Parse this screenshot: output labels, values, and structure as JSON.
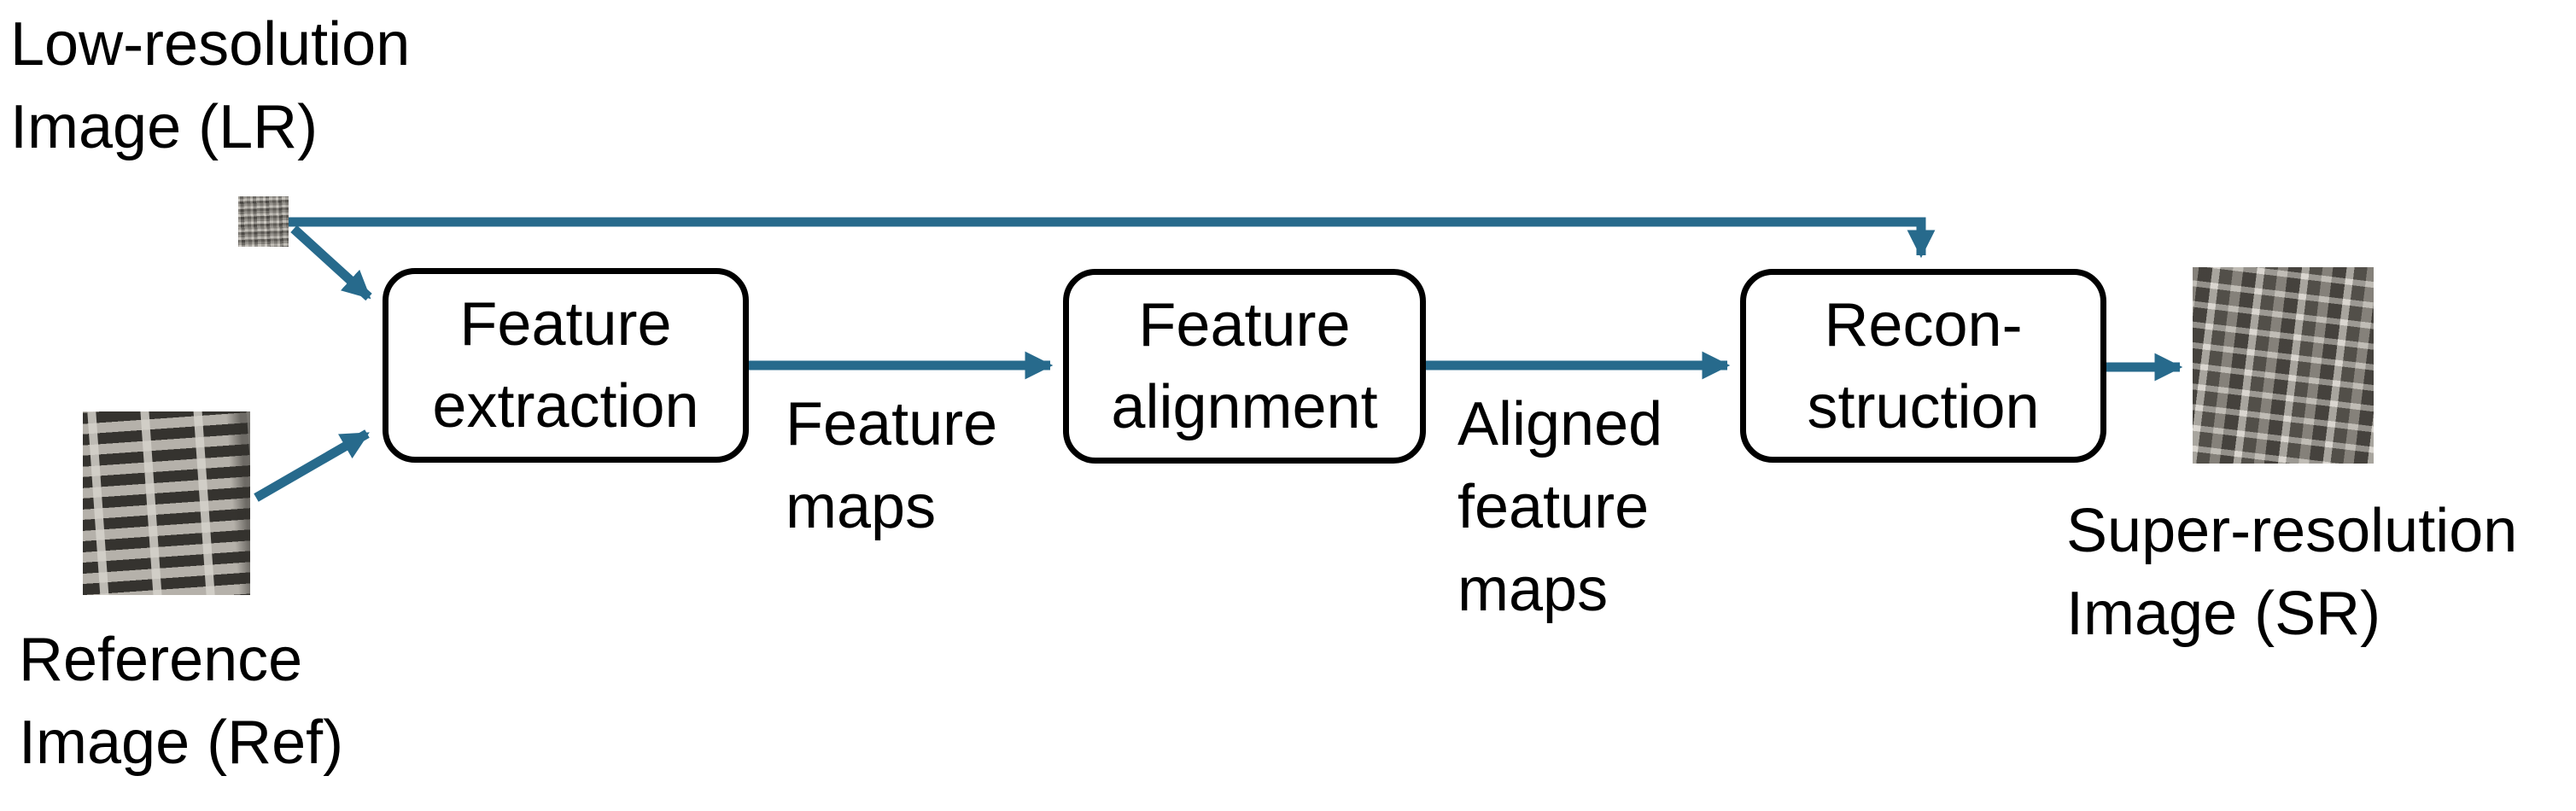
{
  "colors": {
    "accent": "#276A8C",
    "box_border": "#000000",
    "text": "#000000",
    "background": "#ffffff"
  },
  "labels": {
    "low_resolution": {
      "line1": "Low-resolution",
      "line2": "Image (LR)"
    },
    "reference": {
      "line1": "Reference",
      "line2": "Image (Ref)"
    },
    "super_resolution": {
      "line1": "Super-resolution",
      "line2": "Image (SR)"
    }
  },
  "boxes": [
    {
      "id": "feature-extraction",
      "line1": "Feature",
      "line2": "extraction"
    },
    {
      "id": "feature-alignment",
      "line1": "Feature",
      "line2": "alignment"
    },
    {
      "id": "reconstruction",
      "line1": "Recon-",
      "line2": "struction"
    }
  ],
  "edge_labels": {
    "feature_maps": {
      "line1": "Feature",
      "line2": "maps"
    },
    "aligned_feature_maps": {
      "line1": "Aligned",
      "line2": "feature",
      "line3": "maps"
    }
  },
  "images": {
    "lr_thumbnail": "low-resolution-input-photo",
    "ref_thumbnail": "reference-input-photo",
    "sr_thumbnail": "super-resolution-output-photo"
  }
}
